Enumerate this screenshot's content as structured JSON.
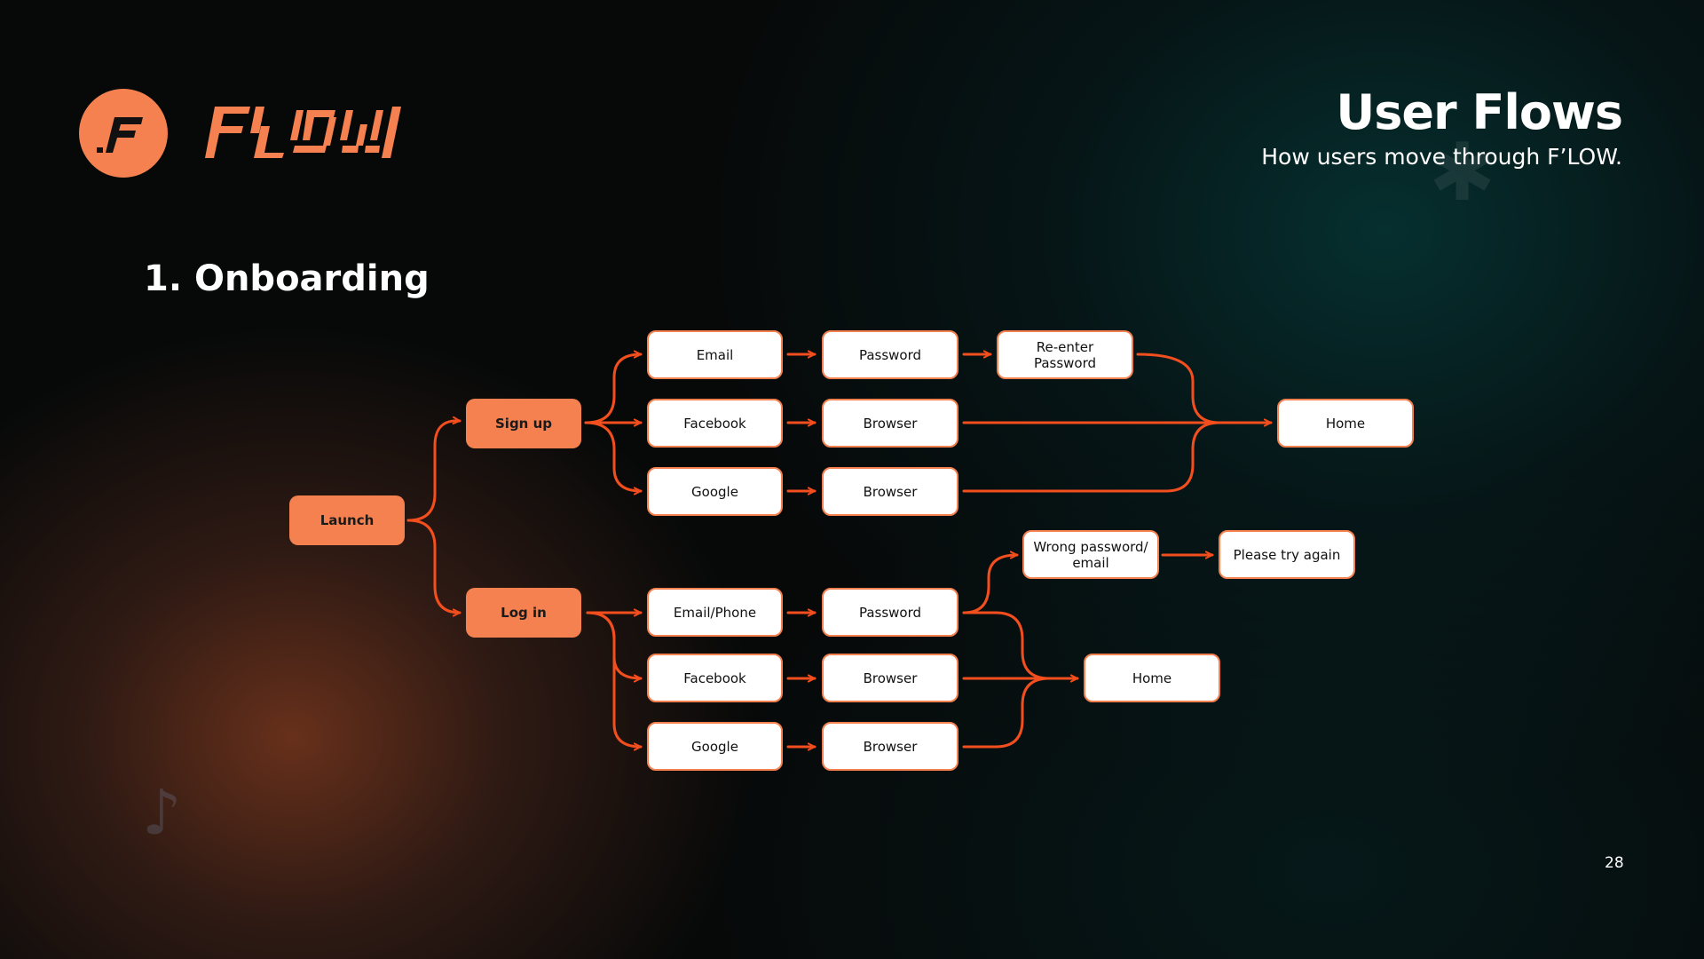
{
  "brand": {
    "logo_text": ".F",
    "wordmark": "F'LOW",
    "accent": "#f4814f",
    "line_color": "#f24e1e"
  },
  "header": {
    "title": "User Flows",
    "subtitle": "How users move through F’LOW."
  },
  "section": {
    "title": "1. Onboarding"
  },
  "diagram": {
    "nodes": {
      "launch": "Launch",
      "signup": "Sign up",
      "login": "Log in",
      "su_email": "Email",
      "su_facebook": "Facebook",
      "su_google": "Google",
      "su_password": "Password",
      "su_browser_fb": "Browser",
      "su_browser_g": "Browser",
      "su_reenter": "Re-enter Password",
      "su_home": "Home",
      "li_emailphone": "Email/Phone",
      "li_facebook": "Facebook",
      "li_google": "Google",
      "li_password": "Password",
      "li_browser_fb": "Browser",
      "li_browser_g": "Browser",
      "li_wrong": "Wrong password/ email",
      "li_retry": "Please try again",
      "li_home": "Home"
    }
  },
  "page_number": "28"
}
